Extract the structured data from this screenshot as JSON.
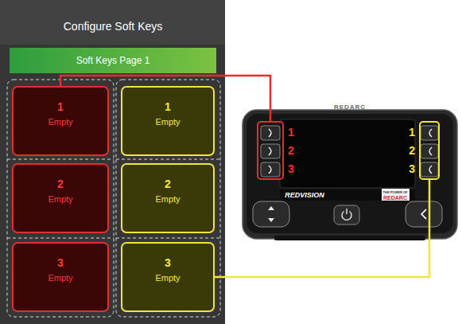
{
  "diagram": {
    "title": "Configure Soft Keys",
    "nodes": [
      {
        "text": [
          "Soft Keys Page 1"
        ]
      },
      {
        "text": [
          "1",
          "Empty"
        ]
      },
      {
        "text": [
          "2",
          "Empty"
        ]
      },
      {
        "text": [
          "3",
          "Empty"
        ]
      },
      {
        "text": [
          "1",
          "Empty"
        ]
      },
      {
        "text": [
          "2",
          "Empty"
        ]
      },
      {
        "text": [
          "3",
          "Empty"
        ]
      },
      {
        "text": [
          "1",
          "2",
          "3"
        ]
      },
      {
        "text": [
          "1",
          "2",
          "3"
        ]
      }
    ],
    "edges": [
      {
        "from": 1,
        "to": 7,
        "arrow": "none"
      },
      {
        "from": 6,
        "to": 8,
        "arrow": "none"
      }
    ],
    "labels": [
      "REDARC",
      "REDVISION",
      "THE POWER OF",
      "REDARC"
    ]
  }
}
